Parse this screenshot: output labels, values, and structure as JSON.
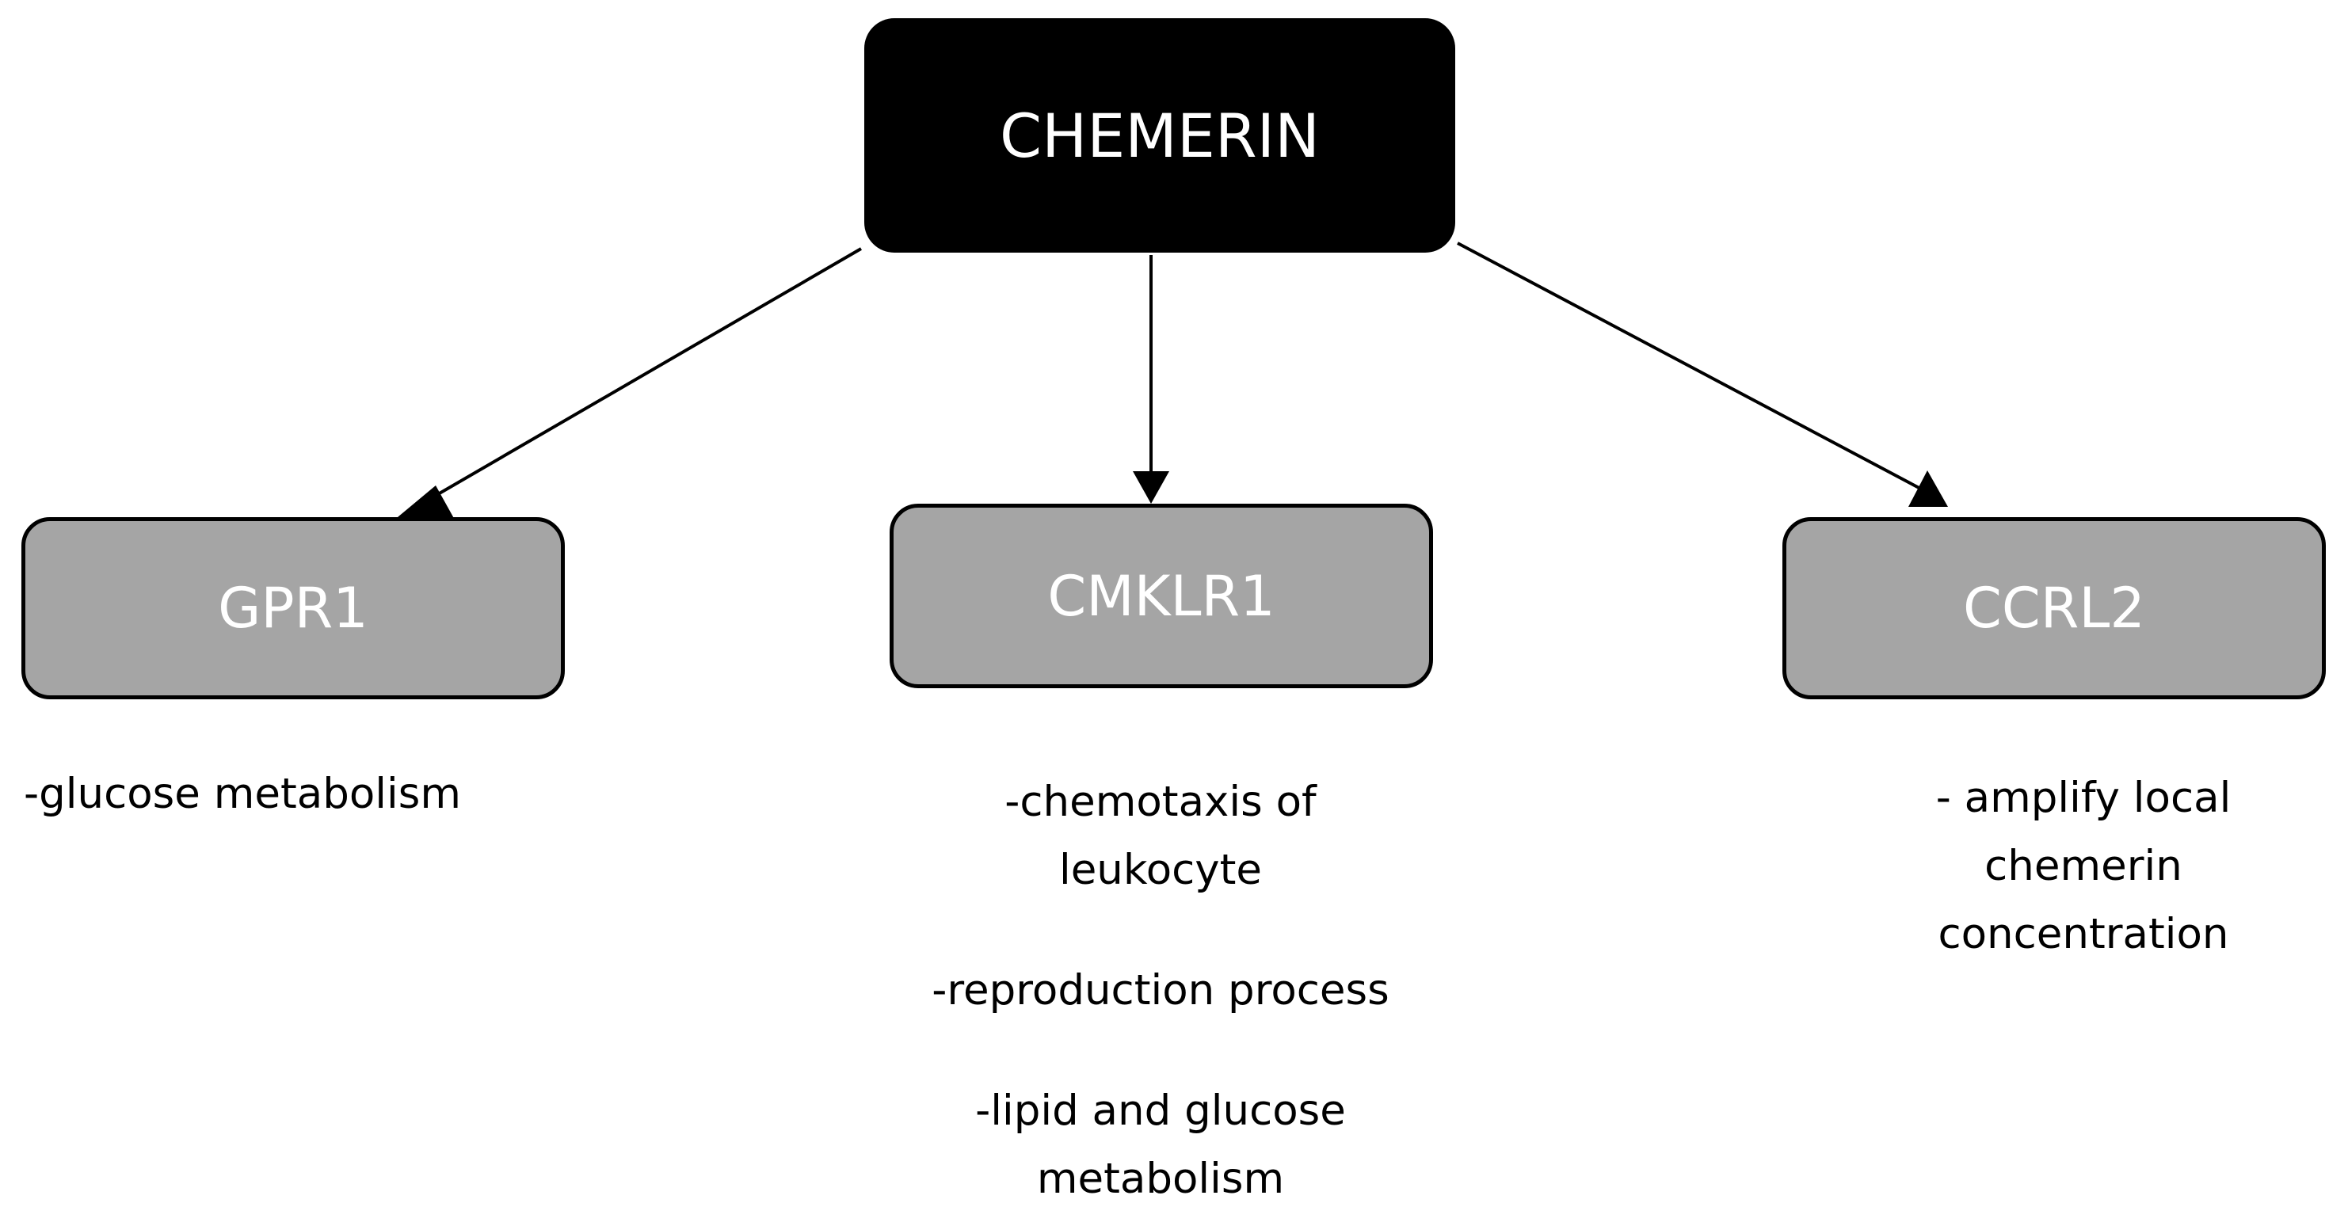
{
  "root": {
    "label": "CHEMERIN"
  },
  "receptors": [
    {
      "label": "GPR1",
      "functions": [
        "-glucose metabolism"
      ]
    },
    {
      "label": "CMKLR1",
      "functions": [
        "-chemotaxis of",
        "leukocyte",
        "-reproduction process",
        "-lipid and glucose",
        "metabolism"
      ]
    },
    {
      "label": "CCRL2",
      "functions": [
        "- amplify local",
        "chemerin",
        "concentration"
      ]
    }
  ],
  "colors": {
    "root_fill": "#000000",
    "receptor_fill": "#a5a5a5",
    "box_text": "#ffffff",
    "body_text": "#000000",
    "arrow": "#000000"
  }
}
